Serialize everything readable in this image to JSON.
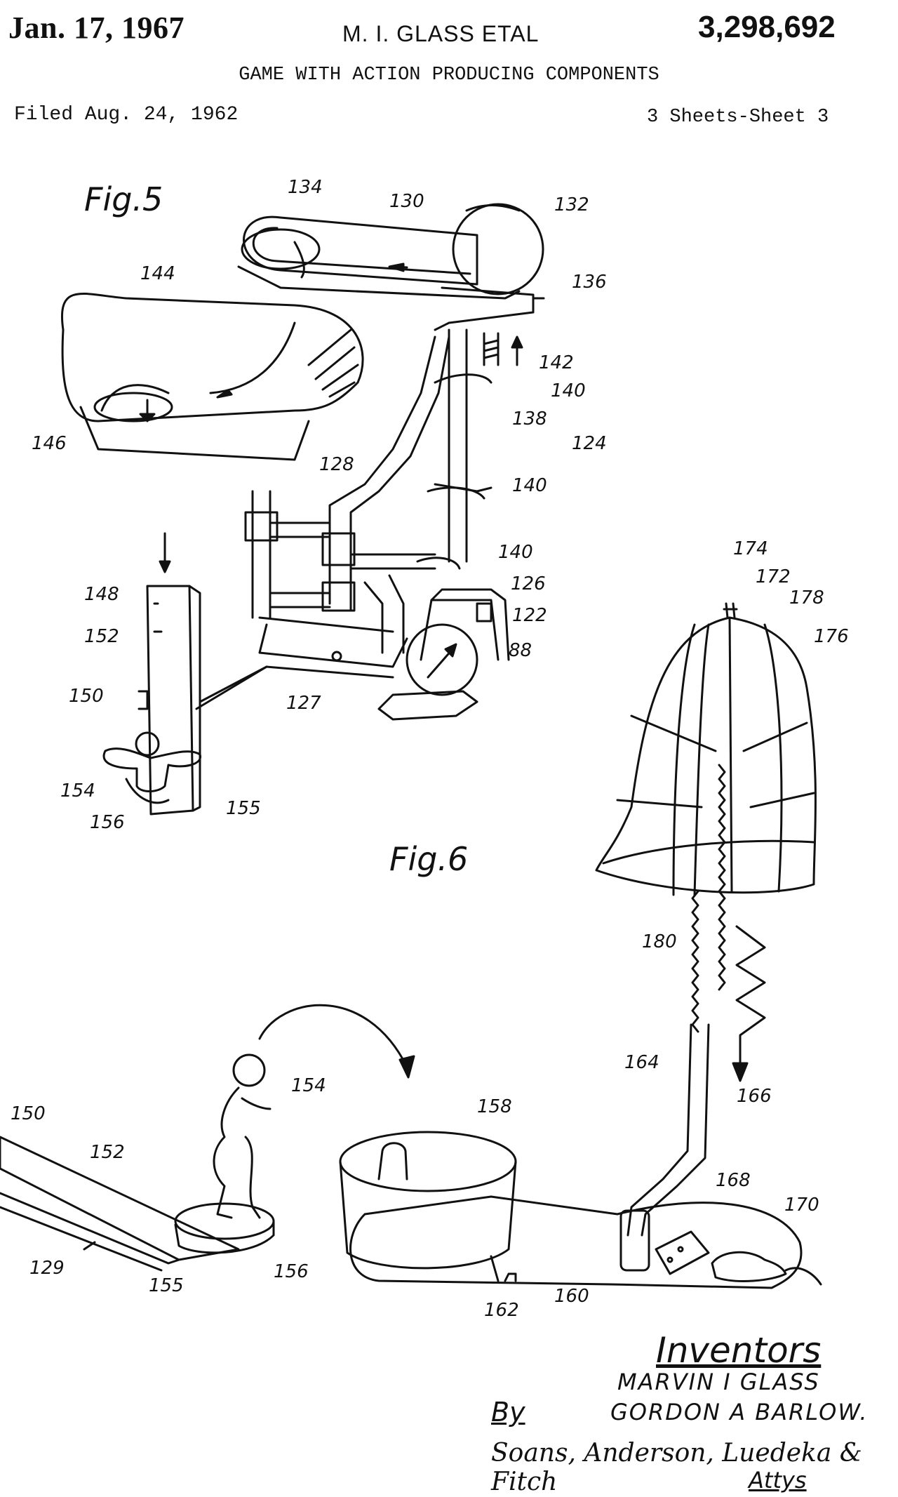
{
  "header": {
    "date": "Jan. 17, 1967",
    "inventors": "M. I. GLASS ETAL",
    "patent_number": "3,298,692",
    "title": "GAME WITH ACTION PRODUCING COMPONENTS",
    "filed": "Filed Aug. 24, 1962",
    "sheets": "3 Sheets-Sheet 3"
  },
  "figures": {
    "fig5": "Fig.5",
    "fig6": "Fig.6"
  },
  "reference_numerals": {
    "fig5": [
      "134",
      "130",
      "132",
      "136",
      "144",
      "142",
      "140",
      "138",
      "124",
      "146",
      "128",
      "140",
      "140",
      "126",
      "122",
      "88",
      "148",
      "152",
      "150",
      "127",
      "154",
      "156",
      "155"
    ],
    "fig6": [
      "174",
      "172",
      "178",
      "176",
      "180",
      "164",
      "166",
      "154",
      "150",
      "152",
      "158",
      "168",
      "170",
      "129",
      "155",
      "156",
      "162",
      "160"
    ]
  },
  "signature_block": {
    "inventors_title": "Inventors",
    "inventor_1": "MARVIN I GLASS",
    "inventor_2": "GORDON A BARLOW.",
    "by": "By",
    "attorneys": "Soans, Anderson, Luedeka & Fitch",
    "attys": "Attys"
  }
}
